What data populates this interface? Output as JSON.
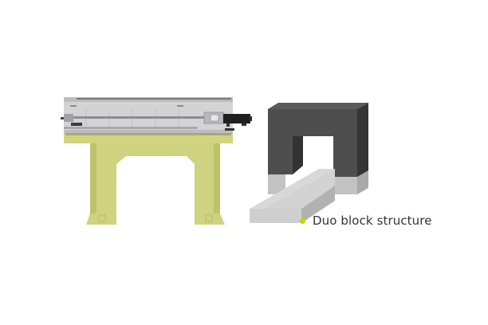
{
  "diagram": {
    "label": "Duo block structure",
    "colors": {
      "accent_dot": "#c8d400",
      "stand": "#cfd27f",
      "stand_shade": "#b9bd66",
      "machine_body": "#d3d3d6",
      "block_dark": "#4d4d4d",
      "block_dark_side": "#333333",
      "block_light": "#c4c4c4",
      "beam": "#d6d6d6"
    },
    "components": [
      {
        "name": "linear-stage-machine",
        "description": "Gray linear axis with rail, carriage and black servo motor on a yellow-green bridge stand"
      },
      {
        "name": "duo-block-model",
        "description": "Dark gray U-shaped block on light gray base with a beam passing through"
      }
    ]
  }
}
